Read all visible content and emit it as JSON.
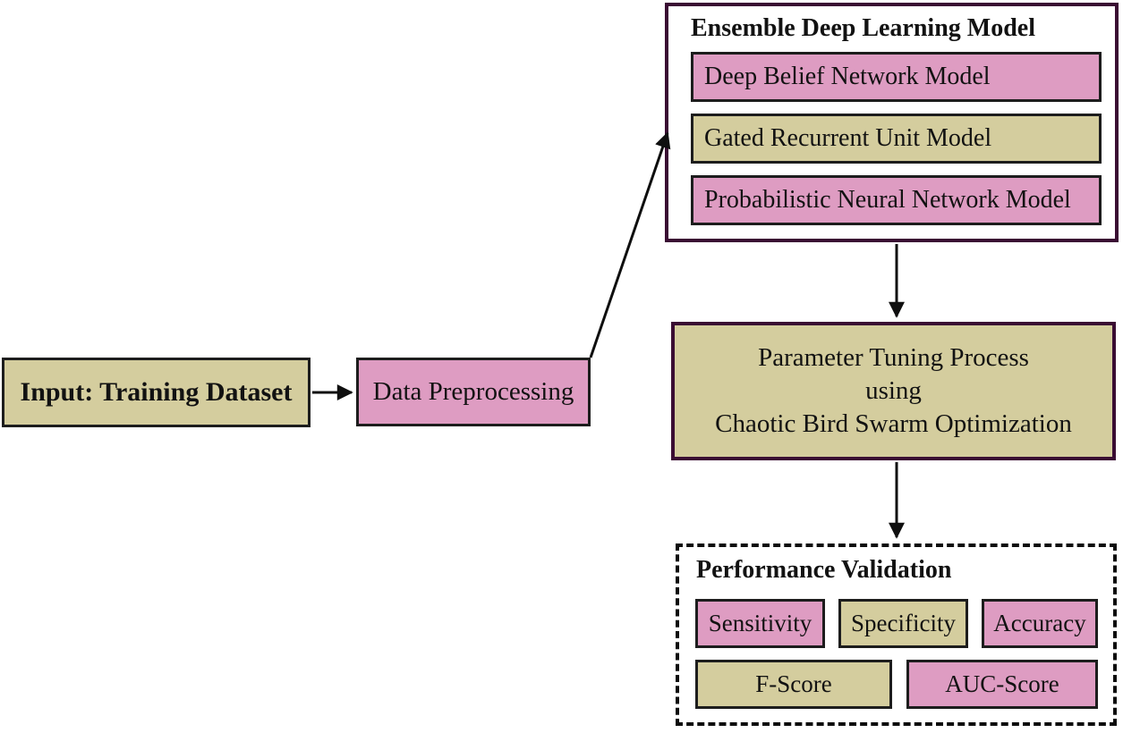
{
  "colors": {
    "pink": "#de9cc2",
    "olive": "#d4cd9e",
    "frame_border": "#3a0d33",
    "box_border": "#1d1d1d",
    "arrow": "#0f0f0f",
    "text": "#121212"
  },
  "flow": {
    "input": {
      "label": "Input: Training Dataset"
    },
    "preprocessing": {
      "label": "Data Preprocessing"
    },
    "ensemble": {
      "title": "Ensemble Deep Learning Model",
      "models": [
        {
          "label": "Deep Belief Network Model"
        },
        {
          "label": "Gated Recurrent Unit Model"
        },
        {
          "label": "Probabilistic Neural Network Model"
        }
      ]
    },
    "tuning": {
      "line1": "Parameter Tuning Process",
      "line2": "using",
      "line3": "Chaotic Bird Swarm Optimization"
    },
    "validation": {
      "title": "Performance Validation",
      "metrics": [
        {
          "label": "Sensitivity"
        },
        {
          "label": "Specificity"
        },
        {
          "label": "Accuracy"
        },
        {
          "label": "F-Score"
        },
        {
          "label": "AUC-Score"
        }
      ]
    }
  }
}
